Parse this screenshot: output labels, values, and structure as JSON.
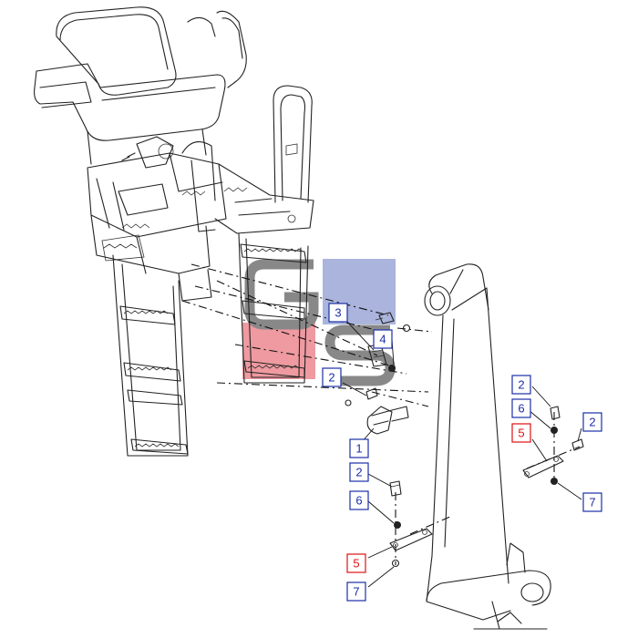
{
  "watermark": {
    "letters": "GS",
    "blue_color": "#aab4dc",
    "red_color": "#ee9aa0",
    "gray_color": "#888888"
  },
  "colors": {
    "callout_normal": "#1a2fa8",
    "callout_highlight": "#e01010",
    "line": "#222222"
  },
  "callouts": [
    {
      "id": "c3",
      "label": "3",
      "highlight": false
    },
    {
      "id": "c4",
      "label": "4",
      "highlight": false
    },
    {
      "id": "c2a",
      "label": "2",
      "highlight": false
    },
    {
      "id": "c1",
      "label": "1",
      "highlight": false
    },
    {
      "id": "c2b",
      "label": "2",
      "highlight": false
    },
    {
      "id": "c6a",
      "label": "6",
      "highlight": false
    },
    {
      "id": "c5a",
      "label": "5",
      "highlight": true
    },
    {
      "id": "c7a",
      "label": "7",
      "highlight": false
    },
    {
      "id": "c2c",
      "label": "2",
      "highlight": false
    },
    {
      "id": "c6b",
      "label": "6",
      "highlight": false
    },
    {
      "id": "c5b",
      "label": "5",
      "highlight": true
    },
    {
      "id": "c2d",
      "label": "2",
      "highlight": false
    },
    {
      "id": "c7b",
      "label": "7",
      "highlight": false
    }
  ]
}
